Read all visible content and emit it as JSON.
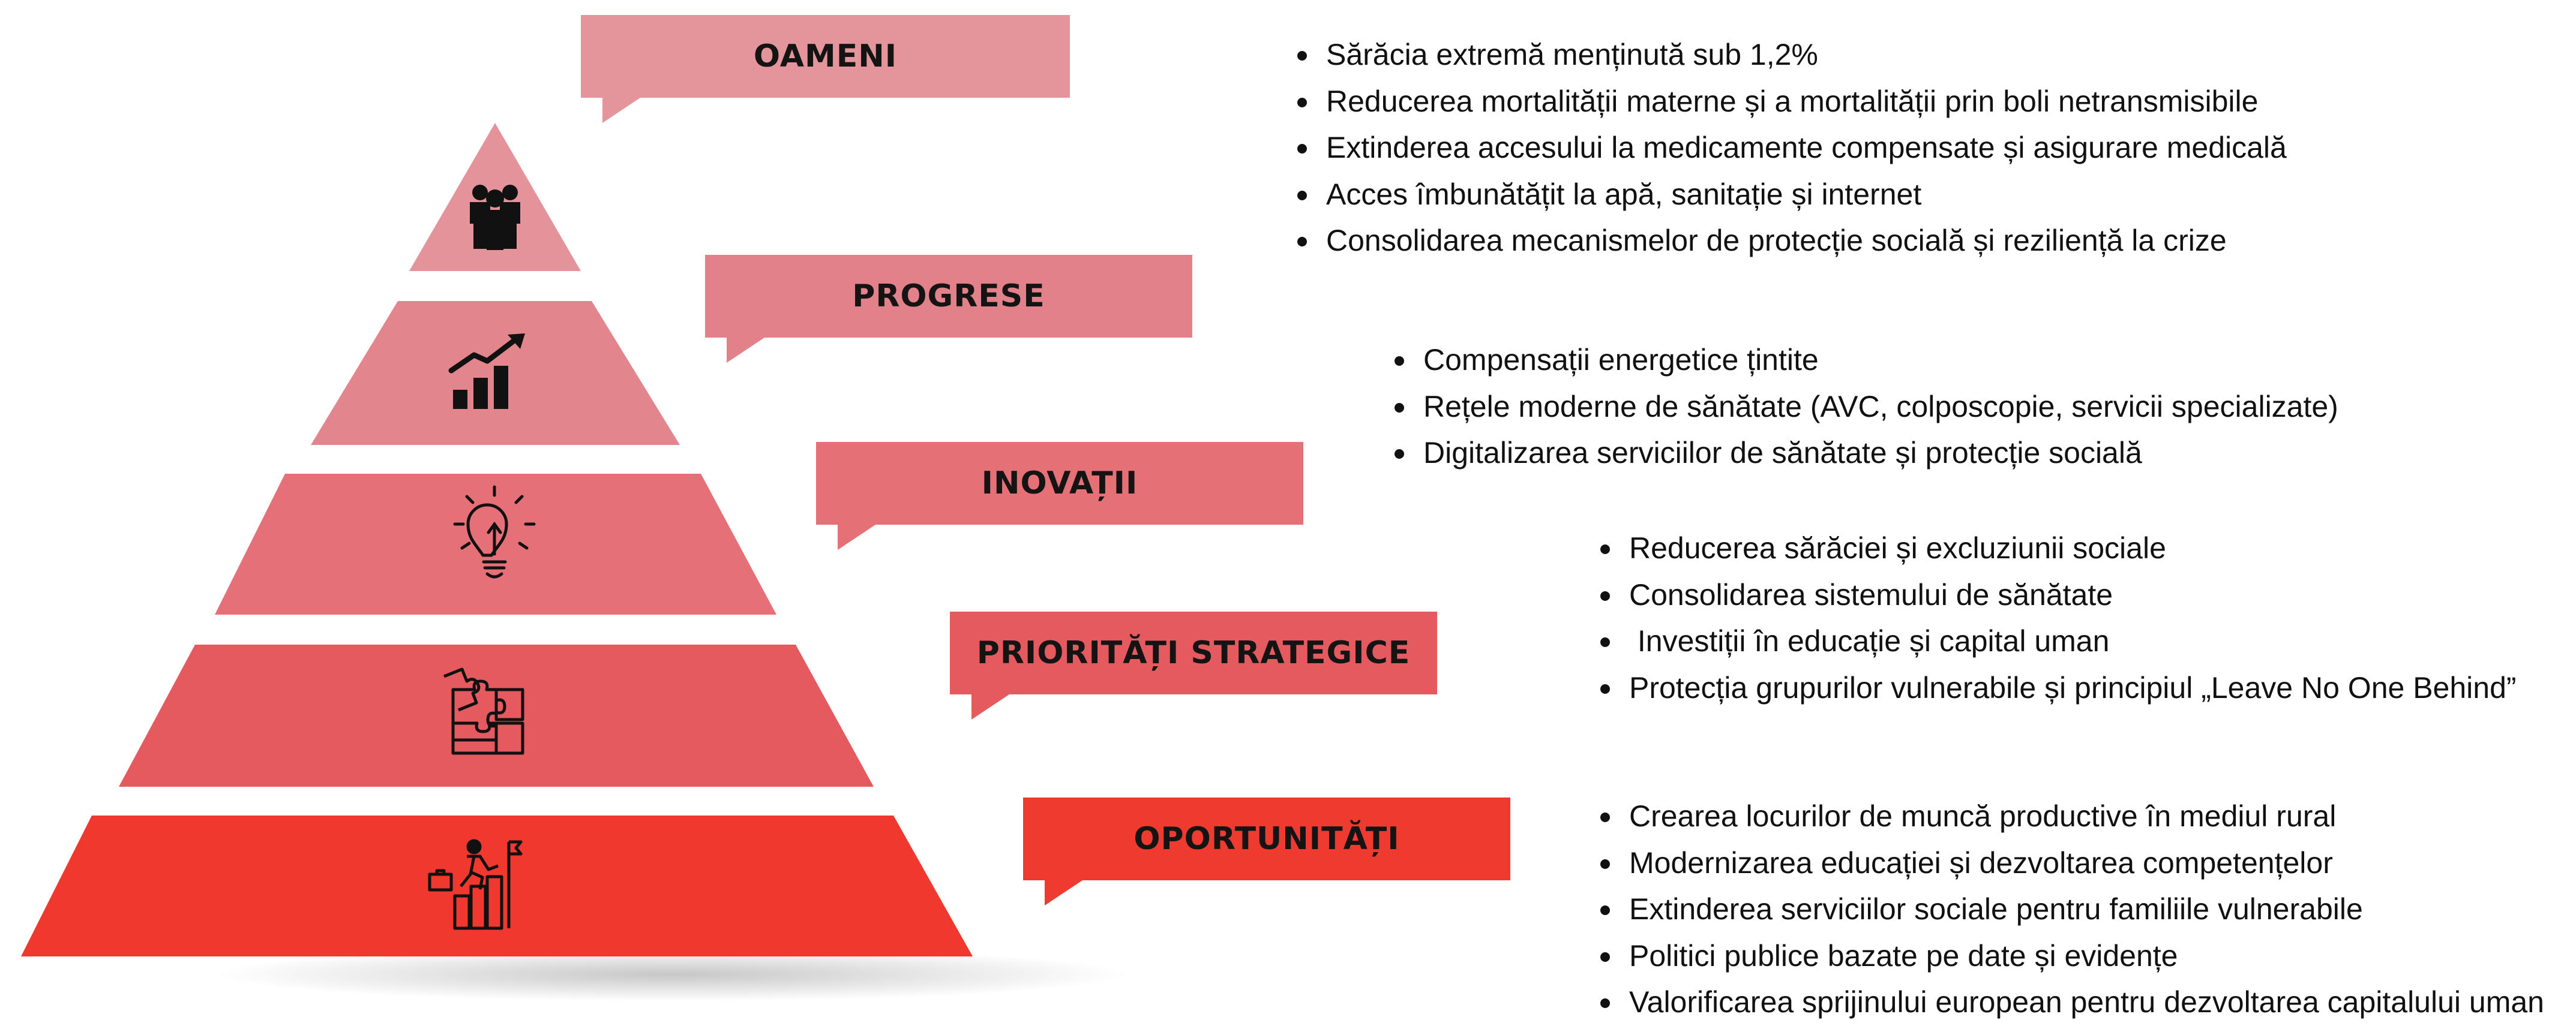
{
  "colors": {
    "tier1": "#E5939B",
    "tier2": "#E3858D",
    "tier3": "#E57077",
    "tier4": "#E55A5F",
    "tier5": "#F0382E",
    "label1": "#E4949B",
    "label2": "#E3818A",
    "label3": "#E57075",
    "label4": "#E55A5F",
    "label5": "#EF3A30",
    "text": "#111111"
  },
  "tiers": [
    {
      "label": "OAMENI",
      "icon": "people-group-icon",
      "bullets": [
        "Sărăcia extremă menținută sub 1,2%",
        "Reducerea mortalității materne și a mortalității prin boli netransmisibile",
        "Extinderea accesului la medicamente compensate și asigurare medicală",
        "Acces îmbunătățit la apă, sanitație și internet",
        "Consolidarea mecanismelor de protecție socială și reziliență la crize"
      ]
    },
    {
      "label": "PROGRESE",
      "icon": "growth-chart-icon",
      "bullets": [
        "Compensații energetice țintite",
        "Rețele moderne de sănătate (AVC, colposcopie, servicii specializate)",
        "Digitalizarea serviciilor de sănătate și protecție socială"
      ]
    },
    {
      "label": "INOVAȚII",
      "icon": "lightbulb-icon",
      "bullets": [
        "Reducerea sărăciei și excluziunii sociale",
        "Consolidarea sistemului de sănătate",
        " Investiții în educație și capital uman",
        "Protecția grupurilor vulnerabile și principiul „Leave No One Behind”"
      ]
    },
    {
      "label": "PRIORITĂȚI STRATEGICE",
      "icon": "puzzle-icon",
      "bullets": [
        "Crearea locurilor de muncă productive în mediul rural",
        "Modernizarea educației și dezvoltarea competențelor",
        "Extinderea serviciilor sociale pentru familiile vulnerabile",
        "Politici publice bazate pe date și evidențe",
        "Valorificarea sprijinului european pentru dezvoltarea capitalului uman"
      ]
    },
    {
      "label": "OPORTUNITĂȚI",
      "icon": "career-growth-icon",
      "bullets": []
    }
  ]
}
